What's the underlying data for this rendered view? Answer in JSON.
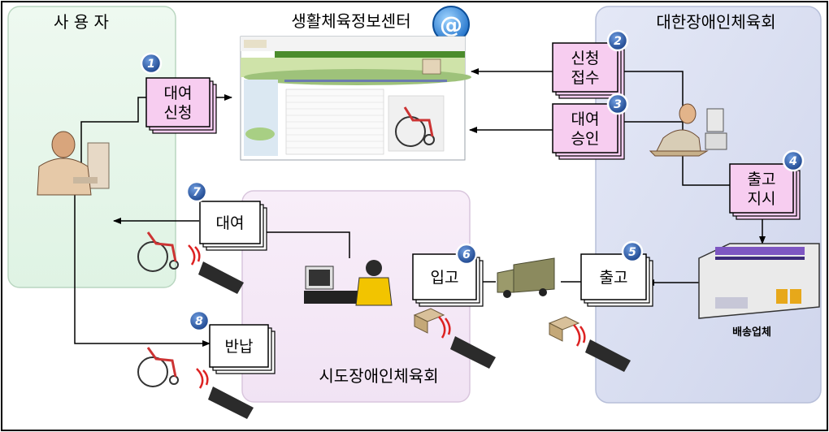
{
  "regions": {
    "user": "사 용 자",
    "center": "생활체육정보센터",
    "association": "대한장애인체육회",
    "city": "시도장애인체육회",
    "delivery": "배송업체"
  },
  "steps": [
    {
      "num": "1",
      "lines": [
        "대여",
        "신청"
      ]
    },
    {
      "num": "2",
      "lines": [
        "신청",
        "접수"
      ]
    },
    {
      "num": "3",
      "lines": [
        "대여",
        "승인"
      ]
    },
    {
      "num": "4",
      "lines": [
        "출고",
        "지시"
      ]
    },
    {
      "num": "5",
      "lines": [
        "출고"
      ]
    },
    {
      "num": "6",
      "lines": [
        "입고"
      ]
    },
    {
      "num": "7",
      "lines": [
        "대여"
      ]
    },
    {
      "num": "8",
      "lines": [
        "반납"
      ]
    }
  ],
  "icons": {
    "at": "@"
  },
  "colors": {
    "user_region": "#e6f6ea",
    "center_region": "#f4eaf6",
    "assoc_region": "#dde2f2",
    "note_pink": "#f7cdf0",
    "note_white": "#ffffff",
    "badge": "#1f4e9a"
  }
}
